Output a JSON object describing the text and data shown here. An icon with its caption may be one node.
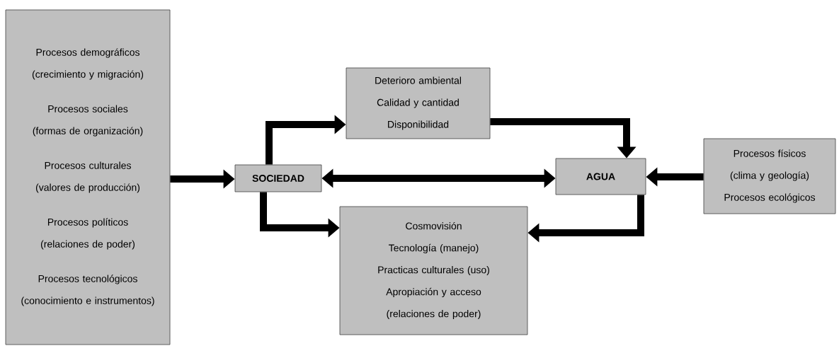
{
  "diagram": {
    "nodes": [
      {
        "text": [
          "Procesos demográficos (crecimiento y migración)",
          "Procesos sociales (formas de organización)",
          "Procesos culturales (valores de producción)",
          "Procesos políticos (relaciones de poder)",
          "Procesos tecnológicos (conocimiento e instrumentos)"
        ]
      },
      {
        "text": [
          "Deterioro ambiental",
          "Calidad y cantidad",
          "Disponibilidad"
        ]
      },
      {
        "text": [
          "SOCIEDAD"
        ]
      },
      {
        "text": [
          "AGUA"
        ]
      },
      {
        "text": [
          "Procesos físicos (clima y geología)",
          "Procesos ecológicos"
        ]
      },
      {
        "text": [
          "Cosmovisión",
          "Tecnología (manejo)",
          "Practicas culturales (uso)",
          "Apropiación y acceso (relaciones de poder)"
        ]
      }
    ],
    "edges": [
      {
        "from": 0,
        "to": 2,
        "arrow": "to"
      },
      {
        "from": 2,
        "to": 1,
        "arrow": "to"
      },
      {
        "from": 1,
        "to": 3,
        "arrow": "to"
      },
      {
        "from": 2,
        "to": 3,
        "arrow": "both"
      },
      {
        "from": 4,
        "to": 3,
        "arrow": "to"
      },
      {
        "from": 2,
        "to": 5,
        "arrow": "to"
      },
      {
        "from": 3,
        "to": 5,
        "arrow": "to"
      }
    ]
  }
}
